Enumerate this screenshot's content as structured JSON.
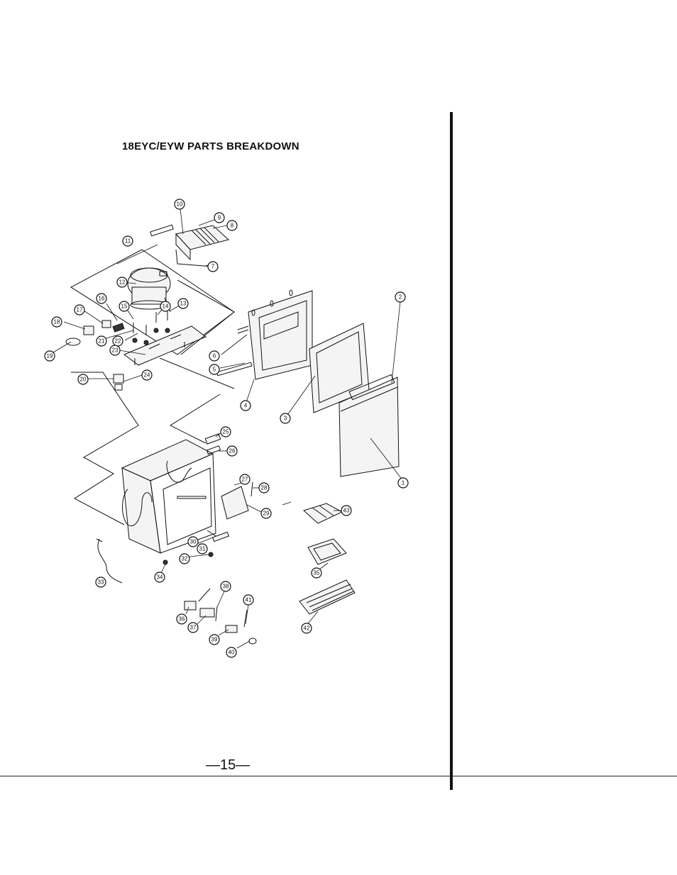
{
  "document": {
    "title": "18EYC/EYW PARTS BREAKDOWN",
    "page_number": "—15—"
  },
  "callouts": [
    "1",
    "2",
    "3",
    "4",
    "5",
    "6",
    "7",
    "8",
    "9",
    "10",
    "11",
    "12",
    "13",
    "14",
    "15",
    "16",
    "17",
    "18",
    "19",
    "20",
    "21",
    "22",
    "23",
    "24",
    "25",
    "26",
    "27",
    "28",
    "29",
    "30",
    "31",
    "32",
    "33",
    "34",
    "35",
    "36",
    "37",
    "38",
    "39",
    "40",
    "41",
    "42",
    "43"
  ]
}
